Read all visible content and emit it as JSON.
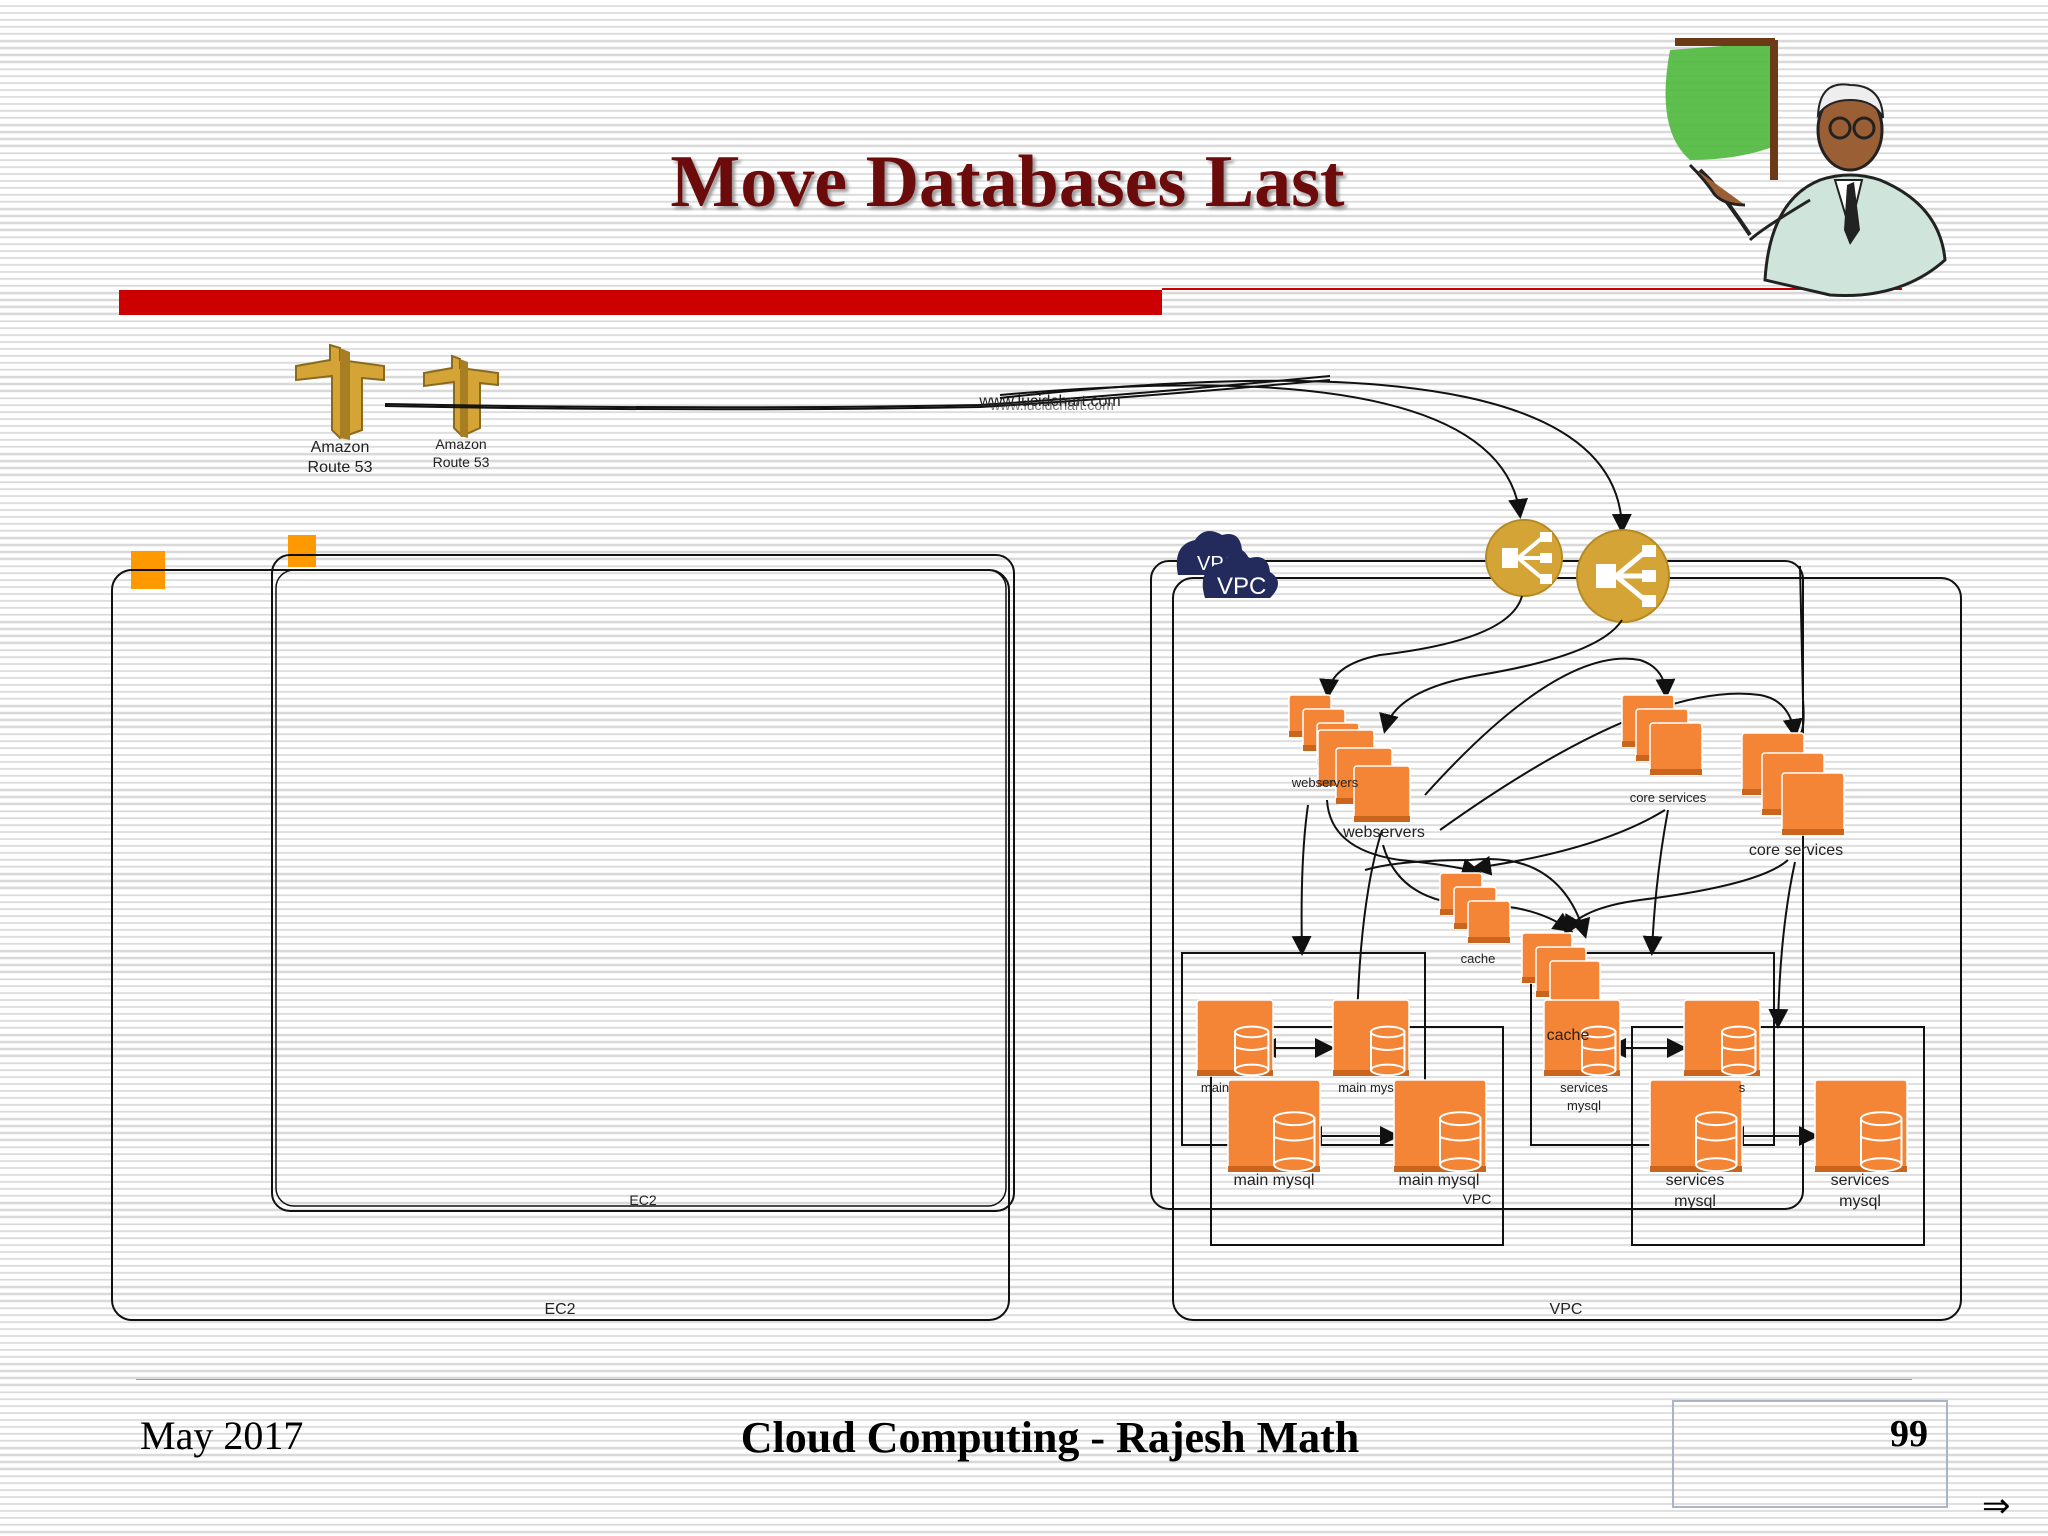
{
  "slide": {
    "title": "Move Databases Last",
    "footer_date": "May 2017",
    "footer_title": "Cloud Computing - Rajesh Math",
    "page_number": "99",
    "nav_arrow": "⇒"
  },
  "diagram": {
    "route53_labels": [
      [
        "Amazon",
        "Route 53"
      ],
      [
        "Amazon",
        "Route 53"
      ]
    ],
    "domain_label": "www.lucidchart.com",
    "region_labels": {
      "ec2_inner": "EC2",
      "ec2_outer": "EC2",
      "vpc_inner": "VPC",
      "vpc_outer": "VPC"
    },
    "vpc_badges": [
      "VPC",
      "VPC"
    ],
    "node_labels": {
      "webservers_small": "webservers",
      "webservers": "webservers",
      "core_small": "core services",
      "core": "core services",
      "cache_small": "cache",
      "cache": "cache",
      "main_small_1": "main",
      "main_small_2": "main mys",
      "main_1": "main mysql",
      "main_2": "main mysql",
      "services_small_1": [
        "services",
        "mysql"
      ],
      "services_small_2": "s",
      "services_1": [
        "services",
        "mysql"
      ],
      "services_2": [
        "services",
        "mysql"
      ]
    },
    "colors": {
      "orange": "#f58536",
      "orange_dark": "#c9651d",
      "gold": "#d4a437",
      "navy": "#232a5c",
      "square_orange": "#ff9900"
    }
  }
}
